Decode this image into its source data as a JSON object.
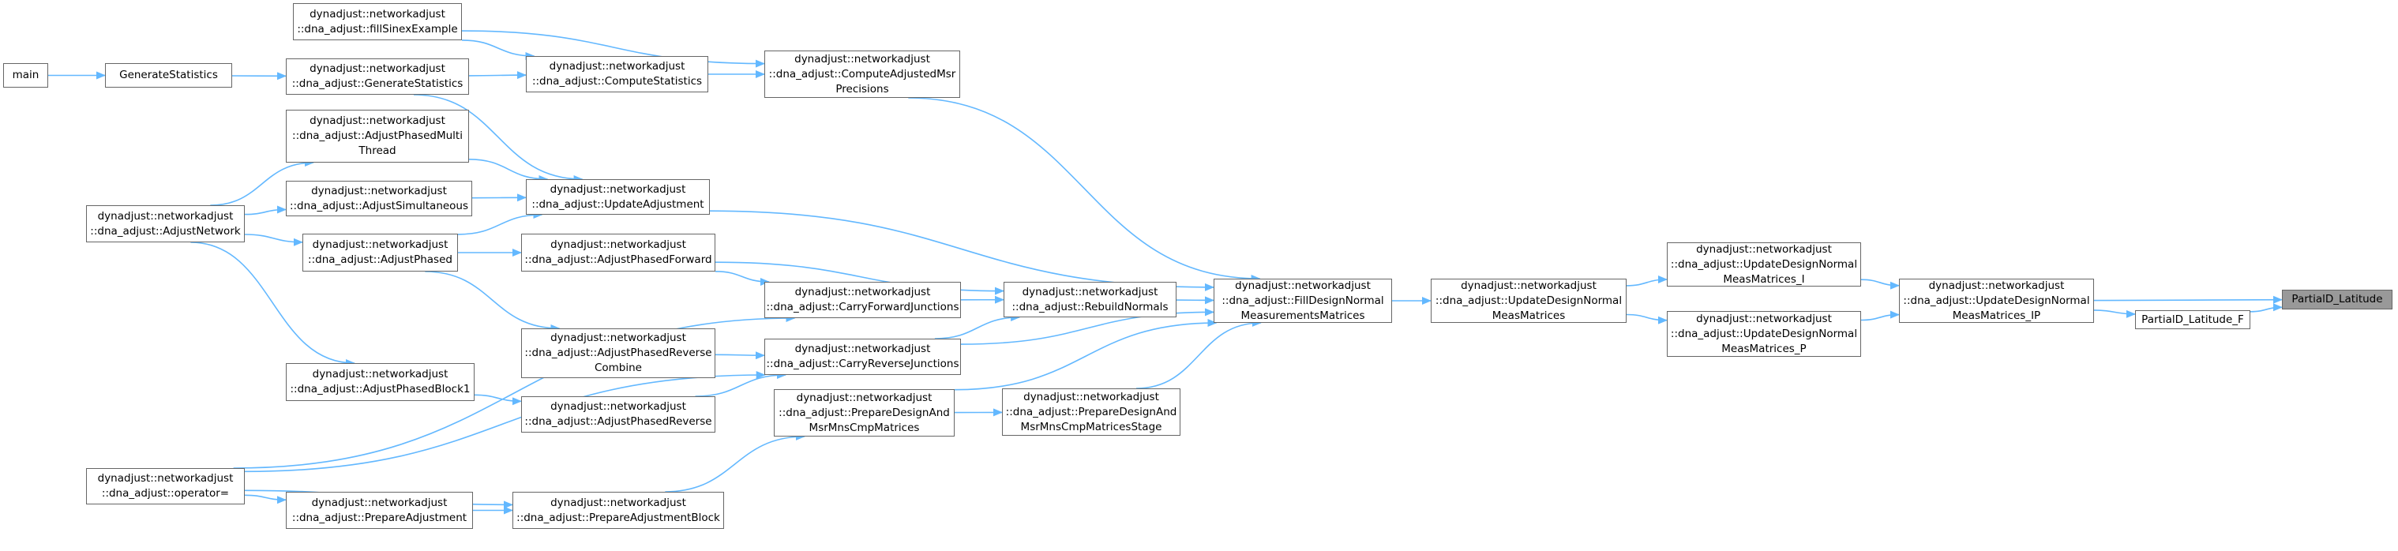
{
  "graph": {
    "direction": "right-to-left",
    "edge_color": "#63b8ff",
    "node_border_color": "#666666",
    "root_fill_color": "#999999",
    "nodes": [
      {
        "id": "partial_d_latitude",
        "label": "PartialD_Latitude",
        "root": true
      },
      {
        "id": "partial_d_latitude_f",
        "label": "PartialD_Latitude_F"
      },
      {
        "id": "update_design_normal_meas_matrices_ip",
        "label": "dynadjust::networkadjust\n::dna_adjust::UpdateDesignNormal\nMeasMatrices_IP"
      },
      {
        "id": "update_design_normal_meas_matrices_i",
        "label": "dynadjust::networkadjust\n::dna_adjust::UpdateDesignNormal\nMeasMatrices_I"
      },
      {
        "id": "update_design_normal_meas_matrices_p",
        "label": "dynadjust::networkadjust\n::dna_adjust::UpdateDesignNormal\nMeasMatrices_P"
      },
      {
        "id": "update_design_normal_meas_matrices",
        "label": "dynadjust::networkadjust\n::dna_adjust::UpdateDesignNormal\nMeasMatrices"
      },
      {
        "id": "fill_design_normal_measurements_matrices",
        "label": "dynadjust::networkadjust\n::dna_adjust::FillDesignNormal\nMeasurementsMatrices"
      },
      {
        "id": "compute_adjusted_msr_precisions",
        "label": "dynadjust::networkadjust\n::dna_adjust::ComputeAdjustedMsr\nPrecisions"
      },
      {
        "id": "rebuild_normals",
        "label": "dynadjust::networkadjust\n::dna_adjust::RebuildNormals"
      },
      {
        "id": "prepare_design_and_msr_mns_cmp_matrices_stage",
        "label": "dynadjust::networkadjust\n::dna_adjust::PrepareDesignAnd\nMsrMnsCmpMatricesStage"
      },
      {
        "id": "fill_sinex_example",
        "label": "dynadjust::networkadjust\n::dna_adjust::fillSinexExample"
      },
      {
        "id": "compute_statistics",
        "label": "dynadjust::networkadjust\n::dna_adjust::ComputeStatistics"
      },
      {
        "id": "carry_forward_junctions",
        "label": "dynadjust::networkadjust\n::dna_adjust::CarryForwardJunctions"
      },
      {
        "id": "carry_reverse_junctions",
        "label": "dynadjust::networkadjust\n::dna_adjust::CarryReverseJunctions"
      },
      {
        "id": "prepare_design_and_msr_mns_cmp_matrices",
        "label": "dynadjust::networkadjust\n::dna_adjust::PrepareDesignAnd\nMsrMnsCmpMatrices"
      },
      {
        "id": "update_adjustment",
        "label": "dynadjust::networkadjust\n::dna_adjust::UpdateAdjustment"
      },
      {
        "id": "adjust_phased_forward",
        "label": "dynadjust::networkadjust\n::dna_adjust::AdjustPhasedForward"
      },
      {
        "id": "adjust_phased_reverse_combine",
        "label": "dynadjust::networkadjust\n::dna_adjust::AdjustPhasedReverse\nCombine"
      },
      {
        "id": "adjust_phased_reverse",
        "label": "dynadjust::networkadjust\n::dna_adjust::AdjustPhasedReverse"
      },
      {
        "id": "prepare_adjustment_block",
        "label": "dynadjust::networkadjust\n::dna_adjust::PrepareAdjustmentBlock"
      },
      {
        "id": "generate_statistics_member",
        "label": "dynadjust::networkadjust\n::dna_adjust::GenerateStatistics"
      },
      {
        "id": "adjust_phased_multi_thread",
        "label": "dynadjust::networkadjust\n::dna_adjust::AdjustPhasedMulti\nThread"
      },
      {
        "id": "adjust_simultaneous",
        "label": "dynadjust::networkadjust\n::dna_adjust::AdjustSimultaneous"
      },
      {
        "id": "adjust_phased",
        "label": "dynadjust::networkadjust\n::dna_adjust::AdjustPhased"
      },
      {
        "id": "adjust_phased_block1",
        "label": "dynadjust::networkadjust\n::dna_adjust::AdjustPhasedBlock1"
      },
      {
        "id": "prepare_adjustment",
        "label": "dynadjust::networkadjust\n::dna_adjust::PrepareAdjustment"
      },
      {
        "id": "generate_statistics_free",
        "label": "GenerateStatistics"
      },
      {
        "id": "adjust_network",
        "label": "dynadjust::networkadjust\n::dna_adjust::AdjustNetwork"
      },
      {
        "id": "operator_assign",
        "label": "dynadjust::networkadjust\n::dna_adjust::operator="
      },
      {
        "id": "main",
        "label": "main"
      }
    ],
    "edges": [
      {
        "from": "partial_d_latitude_f",
        "to": "partial_d_latitude"
      },
      {
        "from": "update_design_normal_meas_matrices_ip",
        "to": "partial_d_latitude"
      },
      {
        "from": "update_design_normal_meas_matrices_ip",
        "to": "partial_d_latitude_f"
      },
      {
        "from": "update_design_normal_meas_matrices_i",
        "to": "update_design_normal_meas_matrices_ip"
      },
      {
        "from": "update_design_normal_meas_matrices_p",
        "to": "update_design_normal_meas_matrices_ip"
      },
      {
        "from": "update_design_normal_meas_matrices",
        "to": "update_design_normal_meas_matrices_i"
      },
      {
        "from": "update_design_normal_meas_matrices",
        "to": "update_design_normal_meas_matrices_p"
      },
      {
        "from": "fill_design_normal_measurements_matrices",
        "to": "update_design_normal_meas_matrices"
      },
      {
        "from": "compute_adjusted_msr_precisions",
        "to": "fill_design_normal_measurements_matrices"
      },
      {
        "from": "rebuild_normals",
        "to": "fill_design_normal_measurements_matrices"
      },
      {
        "from": "prepare_design_and_msr_mns_cmp_matrices_stage",
        "to": "fill_design_normal_measurements_matrices"
      },
      {
        "from": "update_adjustment",
        "to": "fill_design_normal_measurements_matrices"
      },
      {
        "from": "prepare_design_and_msr_mns_cmp_matrices",
        "to": "fill_design_normal_measurements_matrices"
      },
      {
        "from": "carry_reverse_junctions",
        "to": "fill_design_normal_measurements_matrices"
      },
      {
        "from": "fill_sinex_example",
        "to": "compute_adjusted_msr_precisions"
      },
      {
        "from": "compute_statistics",
        "to": "compute_adjusted_msr_precisions"
      },
      {
        "from": "generate_statistics_member",
        "to": "compute_statistics"
      },
      {
        "from": "fill_sinex_example",
        "to": "compute_statistics"
      },
      {
        "from": "carry_forward_junctions",
        "to": "rebuild_normals"
      },
      {
        "from": "carry_reverse_junctions",
        "to": "rebuild_normals"
      },
      {
        "from": "adjust_phased_forward",
        "to": "rebuild_normals"
      },
      {
        "from": "adjust_phased_forward",
        "to": "carry_forward_junctions"
      },
      {
        "from": "operator_assign",
        "to": "carry_forward_junctions"
      },
      {
        "from": "adjust_phased_reverse_combine",
        "to": "carry_reverse_junctions"
      },
      {
        "from": "adjust_phased_reverse",
        "to": "carry_reverse_junctions"
      },
      {
        "from": "operator_assign",
        "to": "carry_reverse_junctions"
      },
      {
        "from": "prepare_design_and_msr_mns_cmp_matrices",
        "to": "prepare_design_and_msr_mns_cmp_matrices_stage"
      },
      {
        "from": "prepare_adjustment_block",
        "to": "prepare_design_and_msr_mns_cmp_matrices"
      },
      {
        "from": "generate_statistics_member",
        "to": "update_adjustment"
      },
      {
        "from": "adjust_phased_multi_thread",
        "to": "update_adjustment"
      },
      {
        "from": "adjust_simultaneous",
        "to": "update_adjustment"
      },
      {
        "from": "adjust_phased",
        "to": "update_adjustment"
      },
      {
        "from": "adjust_phased",
        "to": "adjust_phased_forward"
      },
      {
        "from": "adjust_phased",
        "to": "adjust_phased_reverse_combine"
      },
      {
        "from": "adjust_phased_block1",
        "to": "adjust_phased_reverse"
      },
      {
        "from": "prepare_adjustment",
        "to": "prepare_adjustment_block"
      },
      {
        "from": "operator_assign",
        "to": "prepare_adjustment_block"
      },
      {
        "from": "generate_statistics_free",
        "to": "generate_statistics_member"
      },
      {
        "from": "main",
        "to": "generate_statistics_free"
      },
      {
        "from": "adjust_network",
        "to": "adjust_phased_multi_thread"
      },
      {
        "from": "adjust_network",
        "to": "adjust_simultaneous"
      },
      {
        "from": "adjust_network",
        "to": "adjust_phased"
      },
      {
        "from": "adjust_network",
        "to": "adjust_phased_block1"
      },
      {
        "from": "operator_assign",
        "to": "prepare_adjustment"
      }
    ]
  }
}
